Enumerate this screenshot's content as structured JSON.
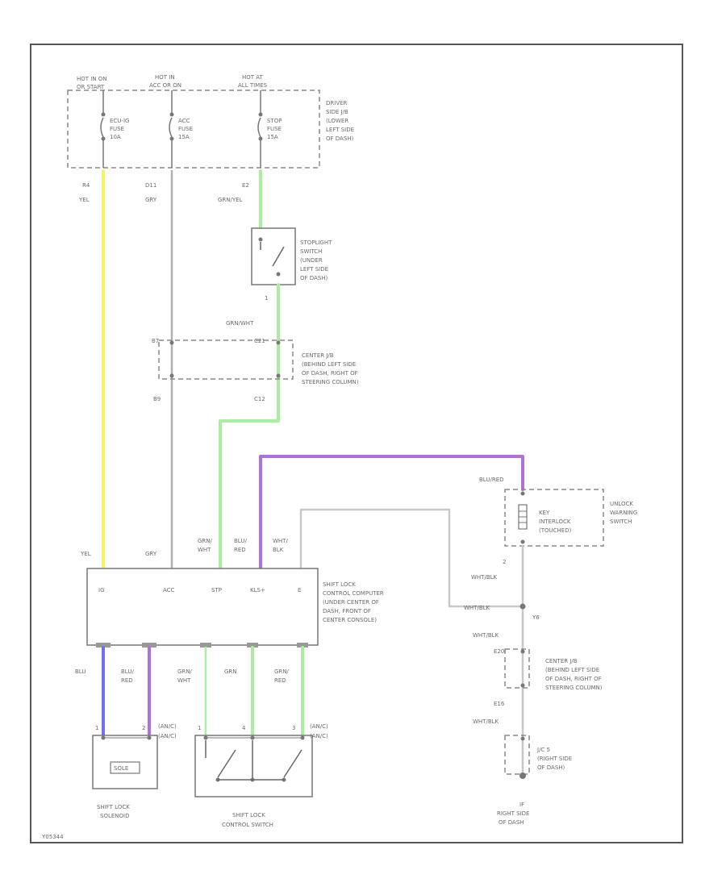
{
  "colors": {
    "yel": "#f4f46a",
    "gry": "#b0b0b0",
    "grn": "#a8f0a0",
    "vio": "#b070d8",
    "blu": "#7070f0",
    "wht": "#c8c8c8"
  },
  "fuse_box": {
    "hot_labels": [
      "HOT IN ON",
      "HOT IN",
      "HOT AT"
    ],
    "hot_sub": [
      "OR START",
      "ACC OR ON",
      "ALL TIMES"
    ],
    "fuses": [
      {
        "name": "ECU-IG",
        "l2": "FUSE",
        "amp": "10A",
        "conn": "R4"
      },
      {
        "name": "ACC",
        "l2": "FUSE",
        "amp": "15A",
        "conn": "D11"
      },
      {
        "name": "STOP",
        "l2": "FUSE",
        "amp": "15A",
        "conn": "E2"
      }
    ],
    "desc": [
      "DRIVER",
      "SIDE J/B",
      "(LOWER",
      "LEFT SIDE",
      "OF DASH)"
    ]
  },
  "wires": {
    "yel": "YEL",
    "gry": "GRY",
    "grn_yel": "GRN/YEL",
    "grn_wht": "GRN/WHT",
    "blu_red": "BLU/RED",
    "wht_blk": "WHT/BLK"
  },
  "stoplight": {
    "desc": [
      "STOPLIGHT",
      "SWITCH",
      "(UNDER",
      "LEFT SIDE",
      "OF DASH)"
    ],
    "pin": "1"
  },
  "center_jb": {
    "pins_top": [
      "B7",
      "C21"
    ],
    "pins_bot": [
      "B9",
      "C12"
    ],
    "desc": [
      "CENTER J/B",
      "(BEHIND LEFT SIDE",
      "OF DASH, RIGHT OF",
      "STEERING COLUMN)"
    ]
  },
  "unlock_switch": {
    "desc": [
      "UNLOCK",
      "WARNING",
      "SWITCH"
    ],
    "inner": [
      "KEY",
      "INTERLOCK",
      "(TOUCHED)"
    ],
    "pin": "2"
  },
  "computer": {
    "top_wires": [
      {
        "l1": "YEL",
        "l2": ""
      },
      {
        "l1": "GRY",
        "l2": ""
      },
      {
        "l1": "GRN/",
        "l2": "WHT"
      },
      {
        "l1": "BLU/",
        "l2": "RED"
      },
      {
        "l1": "WHT/",
        "l2": "BLK"
      }
    ],
    "terminals": [
      "IG",
      "ACC",
      "STP",
      "KLS+",
      "E"
    ],
    "desc": [
      "SHIFT LOCK",
      "CONTROL COMPUTER",
      "(UNDER CENTER OF",
      "DASH, FRONT OF",
      "CENTER CONSOLE)"
    ]
  },
  "right_branch": {
    "blu_red": "BLU/RED",
    "wht_blk_1": "WHT/BLK",
    "wht_blk_2": "WHT/BLK",
    "wht_blk_3": "WHT/BLK",
    "wht_blk_4": "WHT/BLK",
    "junction": "Y6",
    "cjb_top": "E20",
    "cjb_bot": "E16",
    "cjb_desc": [
      "CENTER J/B",
      "(BEHIND LEFT SIDE",
      "OF DASH, RIGHT OF",
      "STEERING COLUMN)"
    ],
    "jc_desc": [
      "J/C 5",
      "(RIGHT SIDE",
      "OF DASH)"
    ],
    "ground": [
      "IF",
      "RIGHT SIDE",
      "OF DASH"
    ]
  },
  "bottom_wires": [
    {
      "l1": "BLU",
      "l2": ""
    },
    {
      "l1": "BLU/",
      "l2": "RED"
    },
    {
      "l1": "GRN/",
      "l2": "WHT"
    },
    {
      "l1": "GRN",
      "l2": ""
    },
    {
      "l1": "GRN/",
      "l2": "RED"
    }
  ],
  "solenoid": {
    "pins": [
      "1",
      "2"
    ],
    "code_a": "(AN/C)",
    "code_b": "(AN/C)",
    "inner": "SOLE",
    "label": [
      "SHIFT LOCK",
      "SOLENOID"
    ]
  },
  "control_switch": {
    "pins": [
      "1",
      "4",
      "3"
    ],
    "code_a": "(AN/C)",
    "code_b": "(AN/C)",
    "label": [
      "SHIFT LOCK",
      "CONTROL SWITCH"
    ]
  },
  "figure_code": "Y05344"
}
